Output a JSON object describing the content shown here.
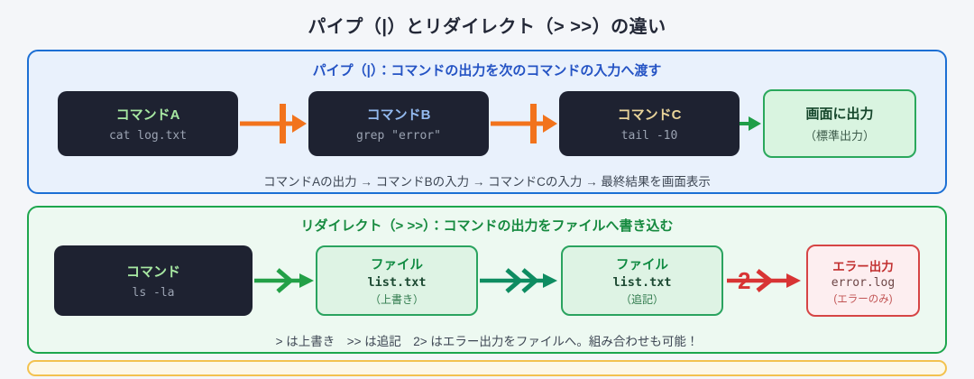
{
  "page": {
    "title": "パイプ（|）とリダイレクト（> >>）の違い"
  },
  "pipe_section": {
    "header": "パイプ（|）：コマンドの出力を次のコマンドの入力へ渡す",
    "nodes": [
      {
        "label": "コマンドA",
        "command": "cat log.txt"
      },
      {
        "label": "コマンドB",
        "command": "grep \"error\""
      },
      {
        "label": "コマンドC",
        "command": "tail -10"
      }
    ],
    "output_box": {
      "title": "画面に出力",
      "subtitle": "（標準出力）"
    },
    "caption": "コマンドAの出力 → コマンドBの入力 → コマンドCの入力 → 最終結果を画面表示"
  },
  "redirect_section": {
    "header": "リダイレクト（> >>）：コマンドの出力をファイルへ書き込む",
    "command_node": {
      "label": "コマンド",
      "command": "ls -la"
    },
    "file_boxes": [
      {
        "title": "ファイル",
        "filename": "list.txt",
        "mode": "（上書き）"
      },
      {
        "title": "ファイル",
        "filename": "list.txt",
        "mode": "（追記）"
      }
    ],
    "error_box": {
      "title": "エラー出力",
      "filename": "error.log",
      "mode": "(エラーのみ)"
    },
    "stderr_arrow_label": "2",
    "caption": "> は上書き　>> は追記　2> はエラー出力をファイルへ。組み合わせも可能！"
  },
  "colors": {
    "background": "#f4f6f9",
    "pipe_border": "#1c6fd4",
    "pipe_bg": "#e9f1fc",
    "pipe_header_text": "#2453c4",
    "redirect_border": "#1ea64e",
    "redirect_bg": "#edf9f1",
    "redirect_header_text": "#168a3f",
    "dark_box_bg": "#1e2231",
    "pipe_arrow": "#f2731c",
    "stdout_arrow": "#1f9e48",
    "overwrite_arrow": "#23a047",
    "append_arrow": "#0e8c61",
    "stderr_arrow": "#d83434",
    "amber_border": "#f3c24f",
    "amber_bg": "#fcf8e8"
  }
}
